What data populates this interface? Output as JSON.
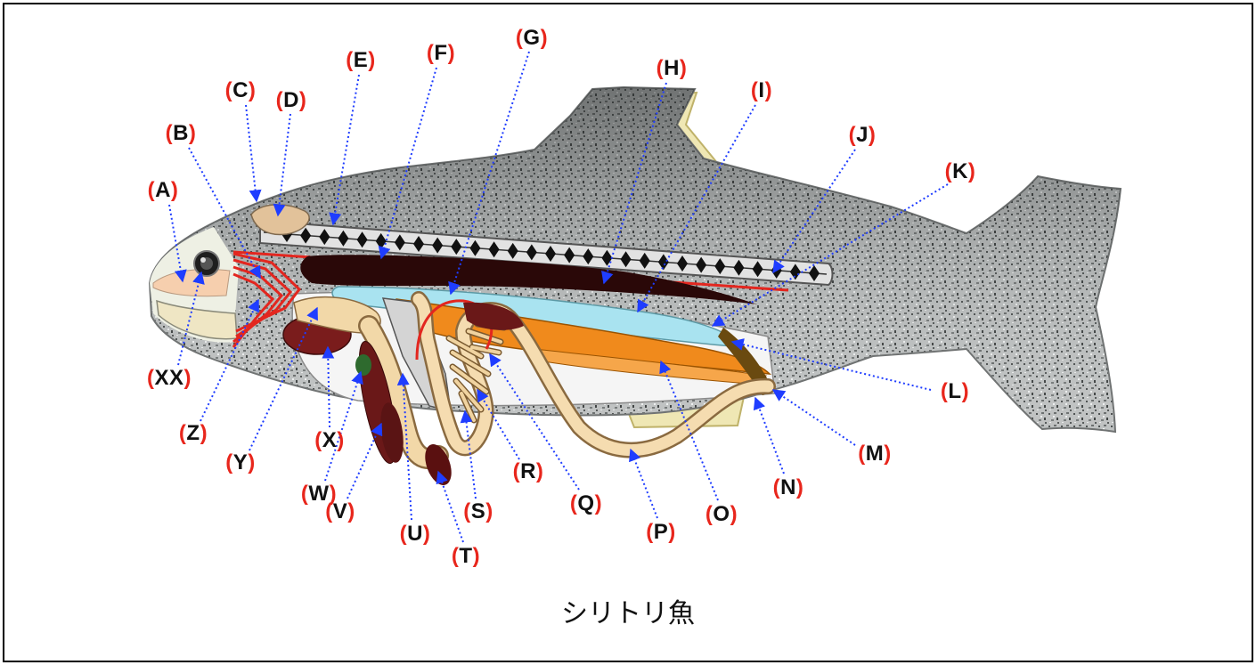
{
  "labels": {
    "A": "(A)",
    "B": "(B)",
    "C": "(C)",
    "D": "(D)",
    "E": "(E)",
    "F": "(F)",
    "G": "(G)",
    "H": "(H)",
    "I": "(I)",
    "J": "(J)",
    "K": "(K)",
    "L": "(L)",
    "M": "(M)",
    "N": "(N)",
    "O": "(O)",
    "P": "(P)",
    "Q": "(Q)",
    "R": "(R)",
    "S": "(S)",
    "T": "(T)",
    "U": "(U)",
    "V": "(V)",
    "W": "(W)",
    "X": "(X)",
    "Y": "(Y)",
    "Z": "(Z)",
    "XX": "(XX)"
  },
  "caption": "シリトリ魚",
  "colors": {
    "label_paren": "#e8261c",
    "label_letter": "#111111",
    "arrow": "#1f3dff"
  }
}
